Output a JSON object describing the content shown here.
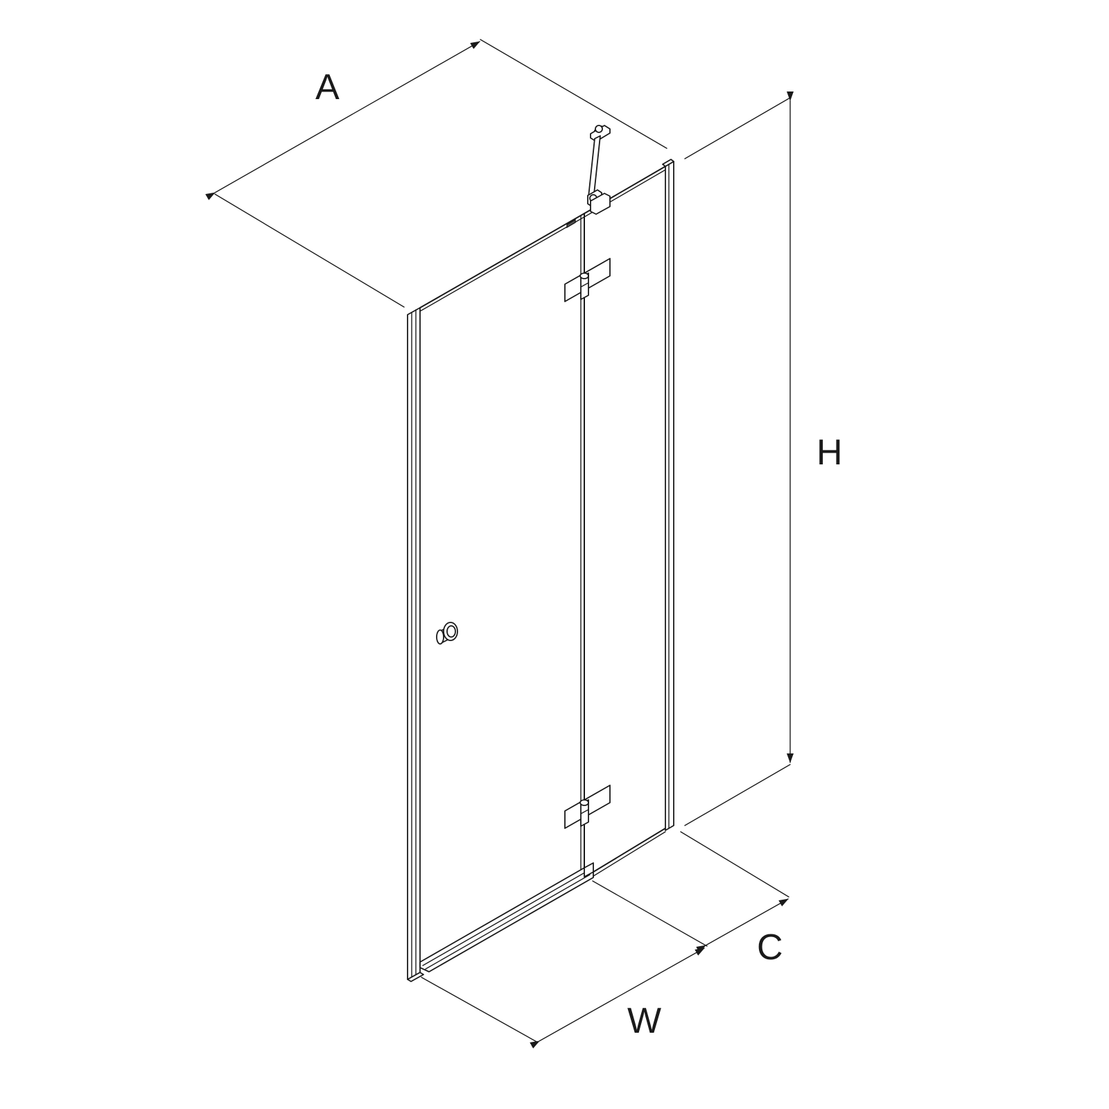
{
  "diagram": {
    "dimension_labels": {
      "depth": "A",
      "height": "H",
      "return_width": "C",
      "door_width": "W"
    },
    "colors": {
      "line": "#1a1a1a",
      "background": "#ffffff"
    },
    "icons": [
      "knob-handle-icon",
      "hinge-icon",
      "stabilizer-bar-icon"
    ]
  }
}
